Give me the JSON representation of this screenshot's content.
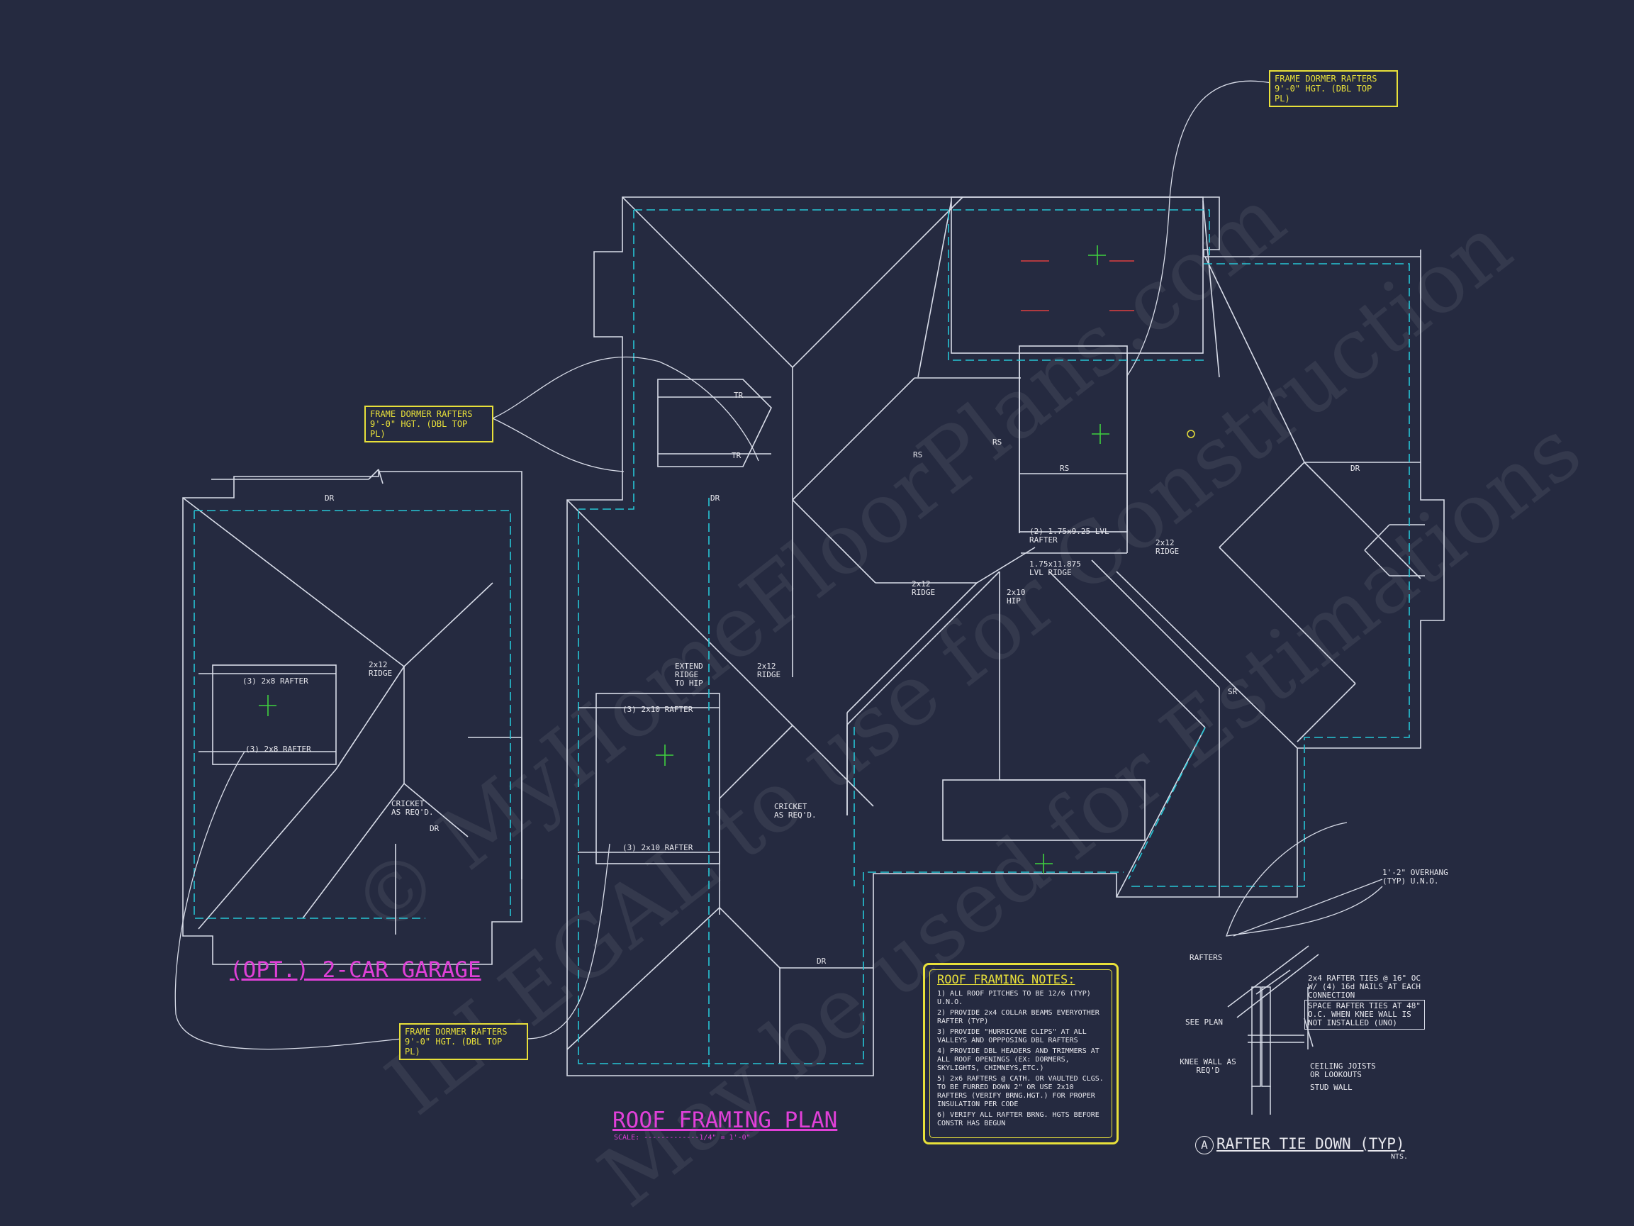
{
  "watermark": {
    "line1": "© MyHomeFloorPlans.com",
    "line2": "ILLEGAL to use for Construction",
    "line3": "May be used for Estimations"
  },
  "callouts": {
    "dormer_top": [
      "FRAME DORMER RAFTERS",
      "9'-0\" HGT. (DBL TOP PL)"
    ],
    "dormer_left": [
      "FRAME DORMER RAFTERS",
      "9'-0\" HGT. (DBL TOP PL)"
    ],
    "dormer_bottom": [
      "FRAME DORMER RAFTERS",
      "9'-0\" HGT. (DBL TOP PL)"
    ]
  },
  "titles": {
    "garage": "(OPT.) 2-CAR GARAGE",
    "plan": "ROOF FRAMING PLAN",
    "scale": "SCALE: -------------1/4\" = 1'-0\"",
    "detail": "RAFTER TIE DOWN (TYP)",
    "detail_letter": "A",
    "detail_nts": "NTS."
  },
  "roof_notes": {
    "title": "ROOF FRAMING NOTES:",
    "items": [
      "1) ALL ROOF PITCHES TO BE 12/6 (TYP) U.N.O.",
      "2) PROVIDE 2x4 COLLAR BEAMS EVERYOTHER RAFTER (TYP)",
      "3) PROVIDE \"HURRICANE CLIPS\" AT ALL VALLEYS AND OPPPOSING DBL RAFTERS",
      "4) PROVIDE DBL HEADERS AND TRIMMERS AT ALL ROOF OPENINGS (EX: DORMERS, SKYLIGHTS, CHIMNEYS,ETC.)",
      "5) 2x6 RAFTERS @ CATH. OR VAULTED CLGS. TO BE FURRED DOWN 2\" OR USE 2x10 RAFTERS (VERIFY BRNG.HGT.) FOR PROPER INSULATION PER CODE",
      "6) VERIFY ALL RAFTER BRNG. HGTS BEFORE CONSTR HAS BEGUN"
    ]
  },
  "detail_labels": {
    "rafters": "RAFTERS",
    "see_plan": "SEE PLAN",
    "knee_wall": "KNEE WALL AS REQ'D",
    "ties": "2x4 RAFTER TIES @ 16\" OC W/ (4) 16d NAILS AT EACH CONNECTION",
    "space_ties": "SPACE RAFTER TIES AT 48\" O.C. WHEN KNEE WALL IS NOT INSTALLED (UNO)",
    "ceiling": "CEILING JOISTS OR LOOKOUTS",
    "stud": "STUD WALL"
  },
  "plan_labels": {
    "overhang": "1'-2\" OVERHANG (TYP) U.N.O.",
    "ridge": "RIDGE",
    "ridge_2x12": "2x12 RIDGE",
    "dr": "DR",
    "rs": "RS",
    "tr": "TR",
    "sr": "SR",
    "cricket_left": "CRICKET AS REQ'D.",
    "cricket_mid": "CRICKET AS REQ'D.",
    "extend": "EXTEND RIDGE TO HIP",
    "lvl_rafter": "(2) 1.75x9.25 LVL RAFTER",
    "lvl_ridge": "1.75x11.875 LVL RIDGE",
    "hip": "2x10 HIP",
    "rafter_2x8_a": "(3) 2x8 RAFTER",
    "rafter_2x8_b": "(3) 2x8 RAFTER",
    "rafter_2x10_a": "(3) 2x10 RAFTER",
    "rafter_2x10_b": "(3) 2x10 RAFTER"
  },
  "colors": {
    "background": "#252a40",
    "linework": "#d8dce8",
    "dashed": "#26c6d6",
    "callout": "#e8e03a",
    "title": "#e040d8"
  }
}
